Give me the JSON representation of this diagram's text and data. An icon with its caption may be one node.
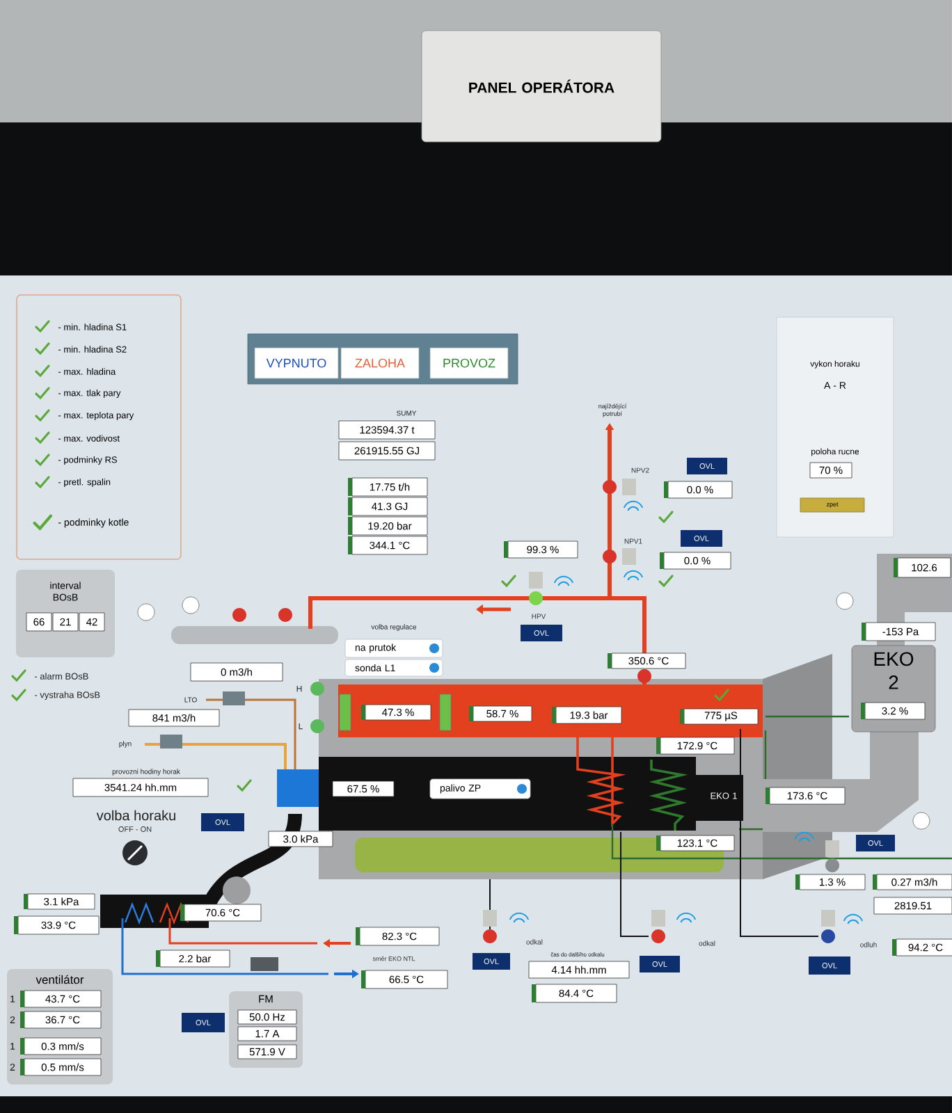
{
  "diagram": {
    "nodes": [
      {
        "text": [
          "PANEL OPERÁTORA"
        ]
      },
      {
        "text": [
          "- min. hladina S1",
          "- min. hladina S2",
          "- max. hladina",
          "- max. tlak pary",
          "- max. teplota pary",
          "- max. vodivost",
          "- podminky RS",
          "- pretl. spalin",
          "- podminky kotle"
        ]
      },
      {
        "text": [
          "interval BOsB"
        ]
      },
      {
        "text": [
          "66"
        ],
        "in": 2
      },
      {
        "text": [
          "21"
        ],
        "in": 2
      },
      {
        "text": [
          "42"
        ],
        "in": 2
      },
      {
        "text": [],
        "shape": "box"
      },
      {
        "text": [
          "VYPNUTO"
        ],
        "in": 6
      },
      {
        "text": [
          "ZALOHA"
        ],
        "in": 6
      },
      {
        "text": [
          "PROVOZ"
        ],
        "in": 6
      },
      {
        "text": [
          "123594.37 t"
        ],
        "beside": [
          "SUMY"
        ]
      },
      {
        "text": [
          "261915.55 GJ"
        ]
      },
      {
        "text": [
          "17.75 t/h"
        ]
      },
      {
        "text": [
          "41.3 GJ"
        ]
      },
      {
        "text": [
          "19.20 bar"
        ]
      },
      {
        "text": [
          "344.1 °C"
        ]
      },
      {
        "text": [
          "vykon horaku",
          "A - R",
          "poloha rucne"
        ]
      },
      {
        "text": [
          "70 %"
        ],
        "in": 16
      },
      {
        "text": [
          "zpet"
        ],
        "in": 16
      },
      {
        "text": [
          "OVL"
        ]
      },
      {
        "text": [
          "0.0 %"
        ]
      },
      {
        "text": [
          "OVL"
        ]
      },
      {
        "text": [
          "0.0 %"
        ]
      },
      {
        "text": [
          "99.3 %"
        ]
      },
      {
        "text": [
          "OVL"
        ]
      },
      {
        "text": [
          "350.6 °C"
        ]
      },
      {
        "text": [
          "102.6"
        ]
      },
      {
        "text": [
          "-153 Pa"
        ]
      },
      {
        "text": [
          "EKO 2"
        ]
      },
      {
        "text": [
          "3.2 %"
        ],
        "in": 28
      },
      {
        "text": [
          "na prutok"
        ]
      },
      {
        "text": [
          "sonda L1"
        ]
      },
      {
        "text": [
          "0 m3/h"
        ]
      },
      {
        "text": [
          "841 m3/h"
        ]
      },
      {
        "text": [
          "3541.24 hh.mm"
        ],
        "beside": [
          "provozni hodiny horak"
        ]
      },
      {
        "text": [
          "OVL"
        ]
      },
      {
        "text": [
          "3.0 kPa"
        ]
      },
      {
        "text": [
          "47.3 %"
        ]
      },
      {
        "text": [
          "58.7 %"
        ]
      },
      {
        "text": [
          "19.3 bar"
        ]
      },
      {
        "text": [
          "775 µS"
        ]
      },
      {
        "text": [
          "172.9 °C"
        ]
      },
      {
        "text": [
          "67.5 %"
        ]
      },
      {
        "text": [
          "palivo ZP"
        ]
      },
      {
        "text": [
          "173.6 °C"
        ]
      },
      {
        "text": [
          "123.1 °C"
        ]
      },
      {
        "text": [
          "OVL"
        ]
      },
      {
        "text": [
          "1.3 %"
        ]
      },
      {
        "text": [
          "0.27 m3/h"
        ]
      },
      {
        "text": [
          "2819.51"
        ]
      },
      {
        "text": [
          "3.1 kPa"
        ]
      },
      {
        "text": [
          "33.9 °C"
        ]
      },
      {
        "text": [
          "70.6 °C"
        ]
      },
      {
        "text": [
          "82.3 °C"
        ]
      },
      {
        "text": [
          "2.2 bar"
        ]
      },
      {
        "text": [
          "66.5 °C"
        ]
      },
      {
        "text": [
          "ventilátor"
        ]
      },
      {
        "text": [
          "43.7 °C"
        ],
        "in": 56
      },
      {
        "text": [
          "36.7 °C"
        ],
        "in": 56
      },
      {
        "text": [
          "0.3 mm/s"
        ],
        "in": 56
      },
      {
        "text": [
          "0.5 mm/s"
        ],
        "in": 56
      },
      {
        "text": [
          "FM"
        ]
      },
      {
        "text": [
          "50.0 Hz"
        ],
        "in": 61
      },
      {
        "text": [
          "1.7 A"
        ],
        "in": 61
      },
      {
        "text": [
          "571.9 V"
        ],
        "in": 61
      },
      {
        "text": [
          "OVL"
        ]
      },
      {
        "text": [
          "OVL"
        ]
      },
      {
        "text": [
          "4.14 hh.mm"
        ],
        "beside": [
          "čas do dalšího odkalu"
        ]
      },
      {
        "text": [
          "84.4 °C"
        ]
      },
      {
        "text": [
          "OVL"
        ]
      },
      {
        "text": [
          "OVL"
        ]
      },
      {
        "text": [
          "94.2 °C"
        ]
      }
    ],
    "labels": [
      "najíždějící potrubí",
      "NPV2",
      "NPV1",
      "HPV",
      "volba regulace",
      "- alarm BOsB",
      "H",
      "- vystraha BOsB",
      "LTO",
      "L",
      "plyn",
      "EKO 1",
      "volba horaku",
      "OFF - ON",
      "odkal",
      "směr EKO NTL",
      "odkal",
      "odluh",
      "1",
      "2",
      "1",
      "2"
    ]
  }
}
